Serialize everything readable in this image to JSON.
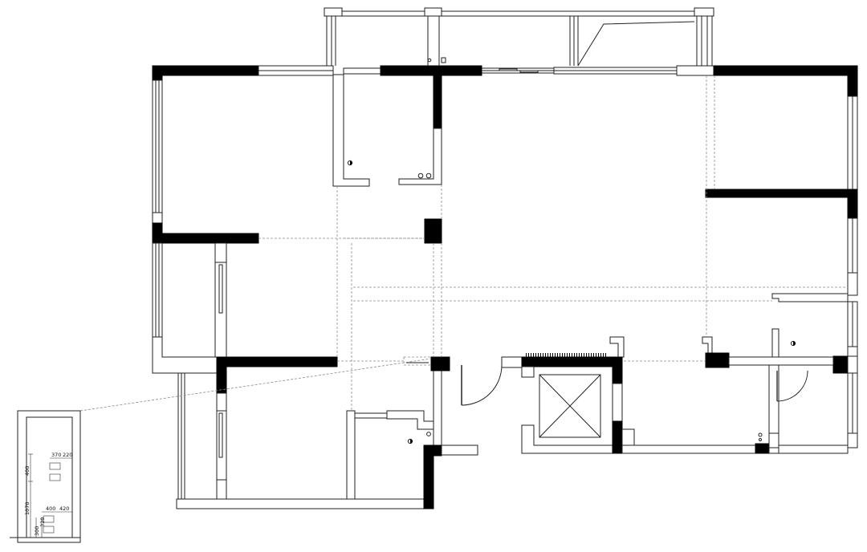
{
  "inset": {
    "labels": [
      "370",
      "220",
      "400",
      "1070",
      "400",
      "420",
      "300",
      "320"
    ]
  },
  "colors": {
    "wall": "#000000",
    "line": "#222222",
    "dashed": "#8a8a8a",
    "background": "#ffffff"
  }
}
